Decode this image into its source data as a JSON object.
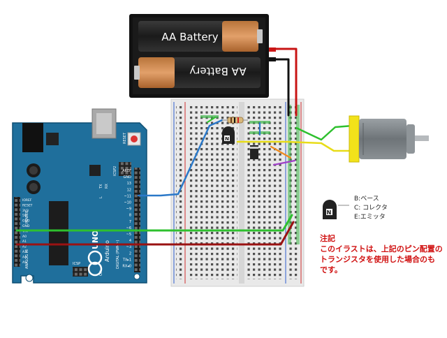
{
  "battery": {
    "top_label": "AA Battery",
    "bottom_label": "AA Battery"
  },
  "arduino": {
    "logo_text": "Arduino",
    "model_text": "UNO",
    "reset_label": "RESET",
    "icsp2_label": "ICSP2",
    "icsp_label": "ICSP",
    "on_label": "ON",
    "digital_label": "DIGITAL (PWM~)",
    "power_label": "POWER",
    "analog_label": "ANALOG IN",
    "pin_labels_right": [
      "AREF",
      "GND",
      "13",
      "12",
      "~11",
      "~10",
      "~9",
      "8",
      "7",
      "~6",
      "~5",
      "4",
      "~3",
      "2",
      "TX▸1",
      "RX◂0"
    ],
    "pin_labels_left": [
      "IOREF",
      "RESET",
      "3V3",
      "5V",
      "GND",
      "GND",
      "VIN",
      "A0",
      "A1",
      "A2",
      "A3",
      "A4",
      "A5"
    ],
    "tx_label": "TX",
    "rx_label": "RX",
    "l_label": "L"
  },
  "legend": {
    "base": "B:ベース",
    "collector": "C: コレクタ",
    "emitter": "E:エミッタ"
  },
  "note": {
    "title": "注記",
    "line1": "このイラストは、上記のピン配置の",
    "line2": "トランジスタを使用した場合のも",
    "line3": "です。"
  },
  "colors": {
    "board": "#1f6f9c",
    "board_dark": "#0e4f73",
    "wire_red": "#c81414",
    "wire_black": "#111111",
    "wire_green": "#2ec02e",
    "wire_darkred": "#9a1212",
    "wire_blue": "#2a78c8",
    "wire_yellow": "#e8dc18",
    "motor_yellow": "#f2e21a",
    "breadboard": "#e8e8e8",
    "note_red": "#d01010"
  }
}
